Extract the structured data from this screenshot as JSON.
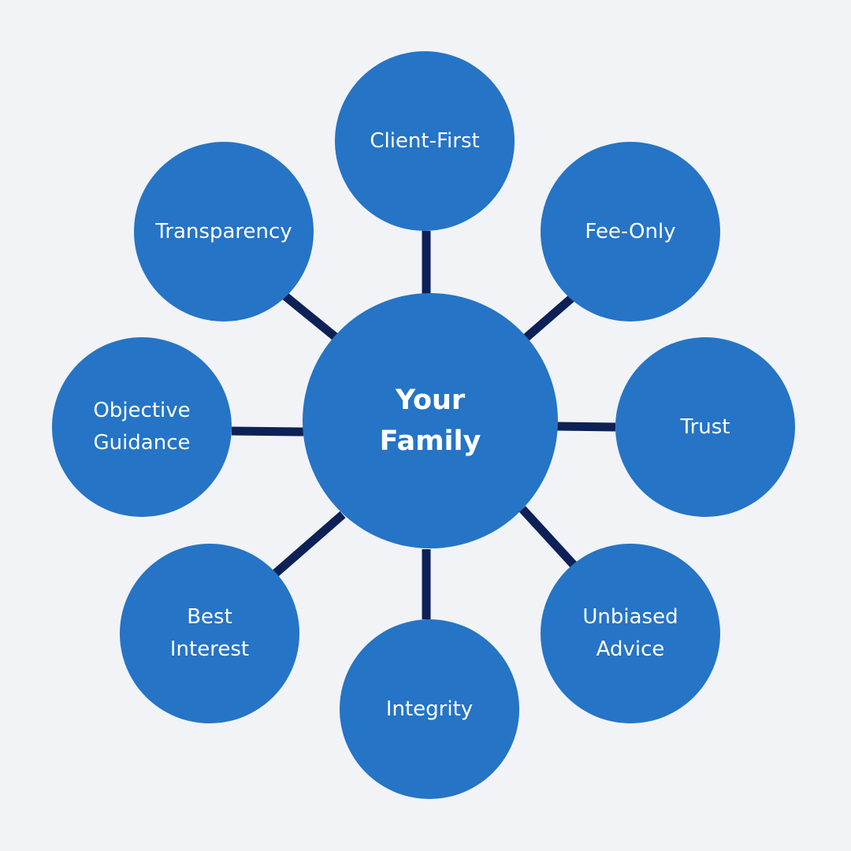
{
  "center": {
    "label": "Your\nFamily"
  },
  "nodes": [
    {
      "id": "client-first",
      "label": "Client-First"
    },
    {
      "id": "fee-only",
      "label": "Fee-Only"
    },
    {
      "id": "trust",
      "label": "Trust"
    },
    {
      "id": "unbiased-advice",
      "label": "Unbiased\nAdvice"
    },
    {
      "id": "integrity",
      "label": "Integrity"
    },
    {
      "id": "best-interest",
      "label": "Best\nInterest"
    },
    {
      "id": "objective-guidance",
      "label": "Objective\nGuidance"
    },
    {
      "id": "transparency",
      "label": "Transparency"
    }
  ],
  "colors": {
    "background": "#f1f3f7",
    "node_fill": "#2574c6",
    "connector": "#0d2157",
    "text": "#ffffff"
  }
}
